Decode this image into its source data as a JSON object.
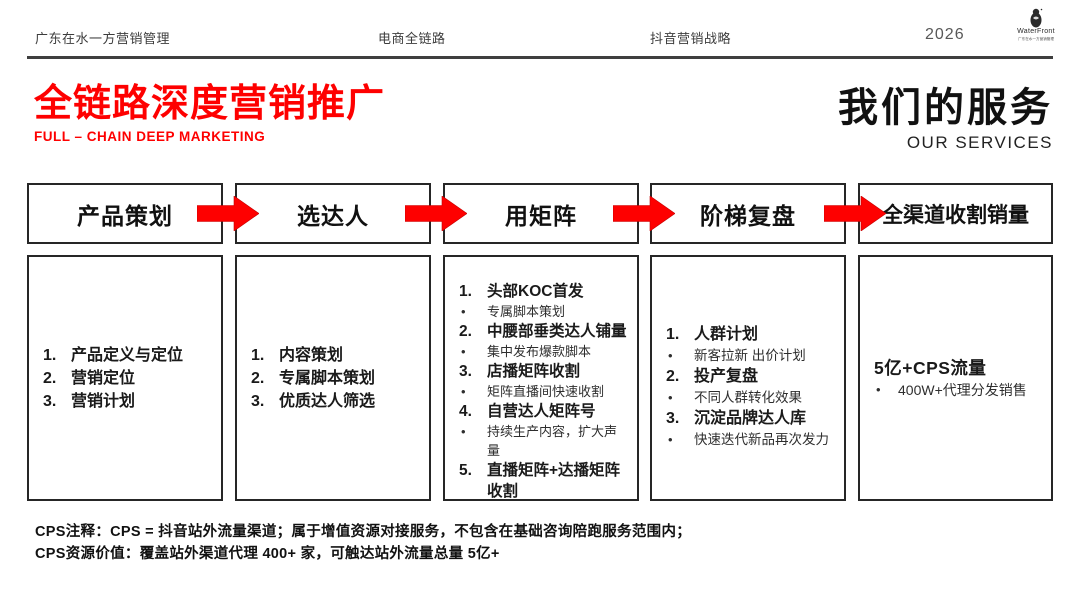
{
  "header": {
    "nav": [
      {
        "label": "广东在水一方营销管理"
      },
      {
        "label": "电商全链路"
      },
      {
        "label": "抖音营销战略"
      }
    ],
    "year": "2026",
    "logo": {
      "name": "WaterFront",
      "tagline": "广东在水一方营销管理"
    }
  },
  "title": {
    "main": "全链路深度营销推广",
    "subtitle": "FULL – CHAIN DEEP MARKETING",
    "accent_color": "#fe0000"
  },
  "right_title": {
    "main": "我们的服务",
    "subtitle": "OUR SERVICES"
  },
  "process": {
    "arrow_color": "#fe0000",
    "columns": [
      {
        "header": "产品策划",
        "items": [
          {
            "num": "1.",
            "text": "产品定义与定位"
          },
          {
            "num": "2.",
            "text": "营销定位"
          },
          {
            "num": "3.",
            "text": "营销计划"
          }
        ]
      },
      {
        "header": "选达人",
        "items": [
          {
            "num": "1.",
            "text": "内容策划"
          },
          {
            "num": "2.",
            "text": "专属脚本策划"
          },
          {
            "num": "3.",
            "text": "优质达人筛选"
          }
        ]
      },
      {
        "header": "用矩阵",
        "items": [
          {
            "num": "1.",
            "text": "头部KOC首发",
            "sub": "专属脚本策划"
          },
          {
            "num": "2.",
            "text": "中腰部垂类达人铺量",
            "sub": "集中发布爆款脚本"
          },
          {
            "num": "3.",
            "text": "店播矩阵收割",
            "sub": "矩阵直播间快速收割"
          },
          {
            "num": "4.",
            "text": "自营达人矩阵号",
            "sub": "持续生产内容，扩大声量"
          },
          {
            "num": "5.",
            "text": "直播矩阵+达播矩阵收割"
          }
        ]
      },
      {
        "header": "阶梯复盘",
        "items": [
          {
            "num": "1.",
            "text": "人群计划",
            "sub": "新客拉新 出价计划"
          },
          {
            "num": "2.",
            "text": "投产复盘",
            "sub": "不同人群转化效果"
          },
          {
            "num": "3.",
            "text": "沉淀品牌达人库",
            "sub": "快速迭代新品再次发力"
          }
        ]
      },
      {
        "header": "全渠道收割销量",
        "heading": "5亿+CPS流量",
        "bullet": "400W+代理分发销售"
      }
    ]
  },
  "footer": {
    "line1": "CPS注释：CPS = 抖音站外流量渠道；属于增值资源对接服务，不包含在基础咨询陪跑服务范围内；",
    "line2": "CPS资源价值：覆盖站外渠道代理 400+ 家，可触达站外流量总量 5亿+"
  }
}
